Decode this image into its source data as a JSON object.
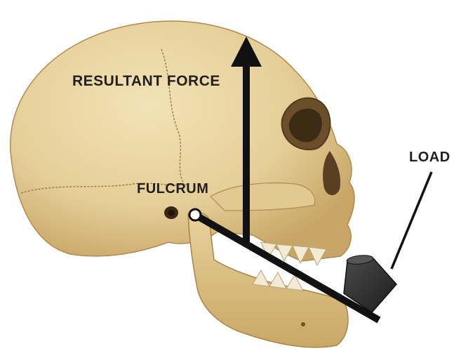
{
  "labels": {
    "resultant_force": "RESULTANT FORCE",
    "fulcrum": "FULCRUM",
    "load": "LOAD"
  },
  "colors": {
    "background": "#ffffff",
    "bone": "#e9d5a5",
    "bone_shadow": "#c9a96b",
    "bone_dark": "#8e6d3a",
    "teeth": "#f3ead3",
    "annotation": "#111111",
    "load_block": "#2b2b2b"
  },
  "icons": {
    "skull": "skull-illustration",
    "arrow": "up-arrow",
    "lever": "lever-bar",
    "load_block": "cylinder-weight"
  }
}
